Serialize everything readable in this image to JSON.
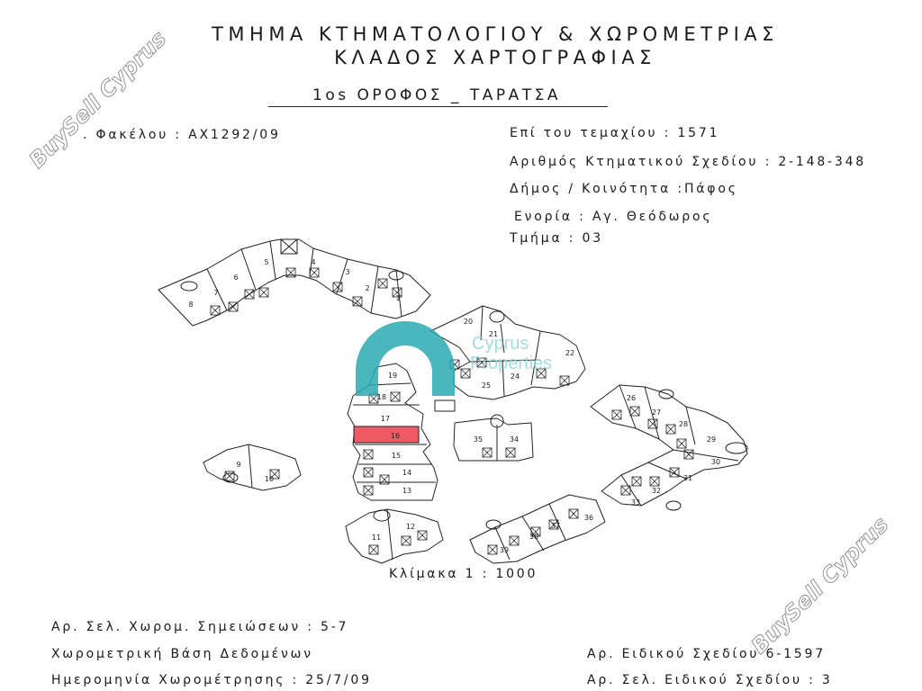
{
  "header": {
    "department": "ΤΜΗΜΑ ΚΤΗΜΑΤΟΛΟΓΙΟΥ & ΧΩΡΟΜΕΤΡΙΑΣ",
    "branch": "ΚΛΑΔΟΣ ΧΑΡΤΟΓΡΑΦΙΑΣ",
    "floor": "1os ΟΡΟΦΟΣ _ ΤΑΡΑΤΣΑ"
  },
  "file": ". Φακέλου : ΑΧ1292/09",
  "parcel": {
    "plot": "Επί του τεμαχίου : 1571",
    "cadastral_plan": "Αριθμός Κτηματικού Σχεδίου : 2-148-348",
    "municipality": "Δήμος / Κοινότητα :Πάφος",
    "parish": "Ενορία : Αγ. Θεόδωρος",
    "section": "Τμήμα : 03"
  },
  "scale": "Κλίμακα 1 : 1000",
  "footer": {
    "survey_notes_pages": "Αρ. Σελ. Χωρομ. Σημειώσεων : 5-7",
    "survey_database": "Χωρομετρική Βάση Δεδομένων",
    "survey_date": "Ημερομηνία Χωρομέτρησης : 25/7/09",
    "special_plan_no": "Αρ. Ειδικού Σχεδίου 6-1597",
    "special_plan_page": "Αρ. Σελ. Ειδικού Σχεδίου : 3"
  },
  "plan": {
    "highlighted_unit": "16",
    "units": [
      "1",
      "2",
      "3",
      "4",
      "5",
      "6",
      "7",
      "8",
      "9",
      "10",
      "11",
      "12",
      "13",
      "14",
      "15",
      "16",
      "17",
      "18",
      "19",
      "20",
      "21",
      "22",
      "24",
      "25",
      "26",
      "27",
      "28",
      "29",
      "30",
      "31",
      "32",
      "33",
      "34",
      "35",
      "36",
      "37",
      "38",
      "39"
    ]
  },
  "watermarks": {
    "brand": "BuySell Cyprus",
    "logo_line1": "Cyprus",
    "logo_line2": "Properties"
  },
  "colors": {
    "highlight": "#f05a64",
    "logo": "#2aa9b3",
    "logo_text": "#8fd4d9"
  }
}
